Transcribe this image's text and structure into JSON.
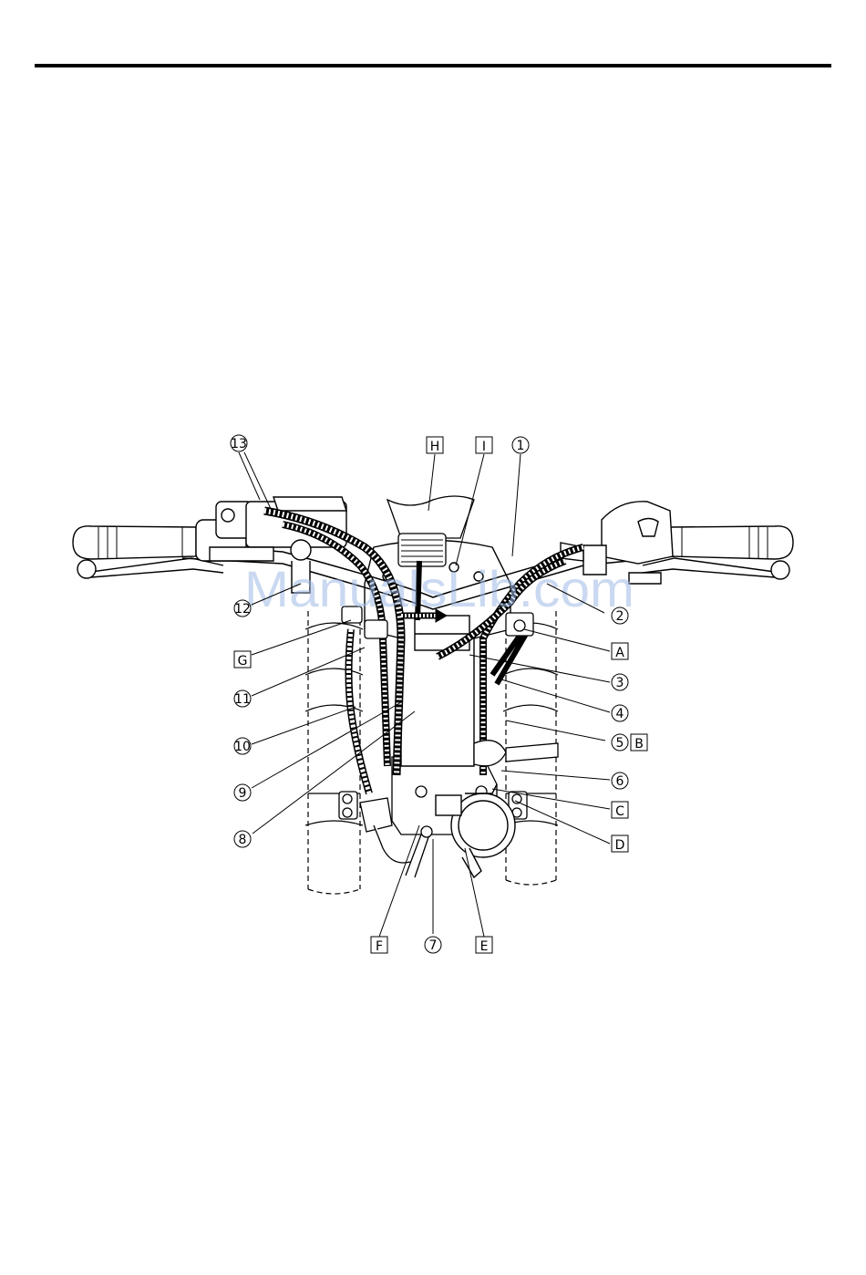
{
  "watermark": "ManualsLib.com",
  "callouts": {
    "c1": "1",
    "c2": "2",
    "c3": "3",
    "c4": "4",
    "c5": "5",
    "c6": "6",
    "c7": "7",
    "c8": "8",
    "c9": "9",
    "c10": "10",
    "c11": "11",
    "c12": "12",
    "c13": "13"
  },
  "boxes": {
    "A": "A",
    "B": "B",
    "C": "C",
    "D": "D",
    "E": "E",
    "F": "F",
    "G": "G",
    "H": "H",
    "I": "I"
  },
  "colors": {
    "line": "#000000",
    "watermark": "#9fb9e6"
  }
}
